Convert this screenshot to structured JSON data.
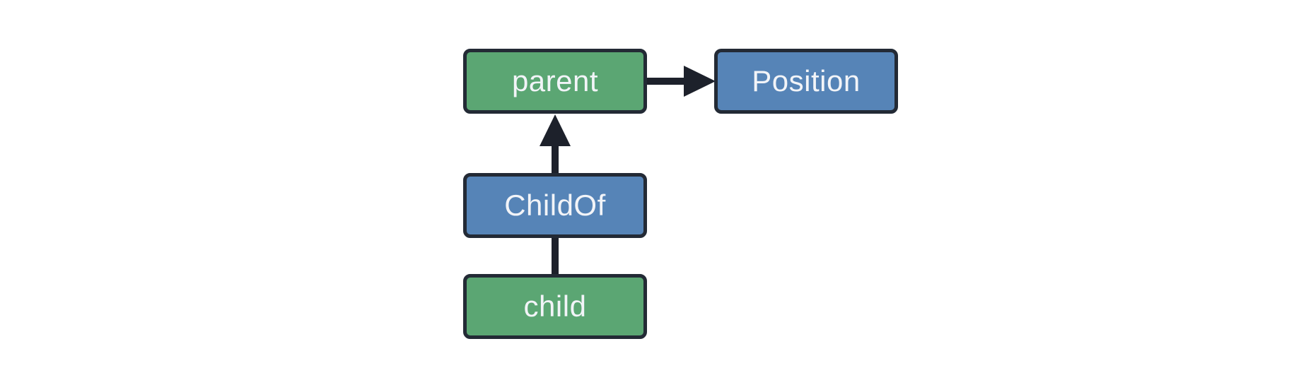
{
  "diagram": {
    "background_color": "#ffffff",
    "node_border_color": "#232a35",
    "edge_color": "#1d212b",
    "text_color": "#f2f4f8",
    "nodes": [
      {
        "id": "parent",
        "label": "parent",
        "fill": "#5ba673",
        "fill_name": "green"
      },
      {
        "id": "position",
        "label": "Position",
        "fill": "#5684b7",
        "fill_name": "blue"
      },
      {
        "id": "childof",
        "label": "ChildOf",
        "fill": "#5684b7",
        "fill_name": "blue"
      },
      {
        "id": "child",
        "label": "child",
        "fill": "#5ba673",
        "fill_name": "green"
      }
    ],
    "edges": [
      {
        "from": "parent",
        "to": "Position",
        "style": "arrow",
        "direction": "right"
      },
      {
        "from": "ChildOf",
        "to": "parent",
        "style": "arrow",
        "direction": "up"
      },
      {
        "from": "child",
        "to": "ChildOf",
        "style": "line",
        "direction": "up"
      }
    ]
  }
}
